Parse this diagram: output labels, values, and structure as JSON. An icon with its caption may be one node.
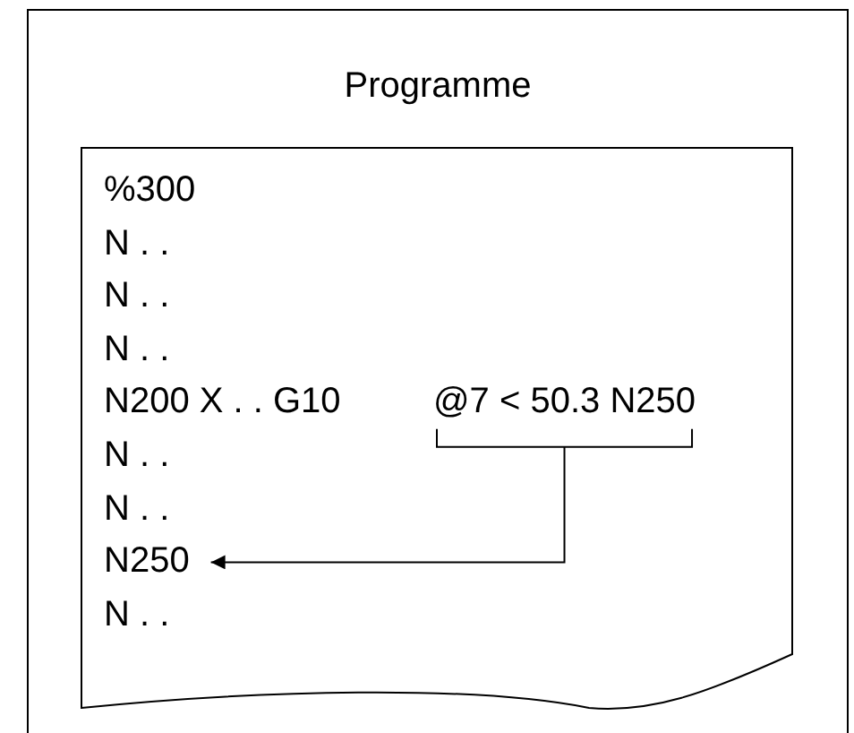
{
  "diagram": {
    "nodes": [
      {
        "text": [
          "Programme"
        ]
      },
      {
        "text": [],
        "shape": "document",
        "in": 0
      },
      {
        "text": [
          "@7 < 50.3 N250"
        ],
        "in": 1
      },
      {
        "text": [
          "N250"
        ],
        "in": 1
      }
    ],
    "edges": [
      {
        "from": 2,
        "to": 3,
        "arrow": "to"
      }
    ],
    "labels": [
      "%300",
      "N . .",
      "N . .",
      "N . .",
      "N200 X . . G10",
      "N . .",
      "N . .",
      "N . ."
    ]
  }
}
